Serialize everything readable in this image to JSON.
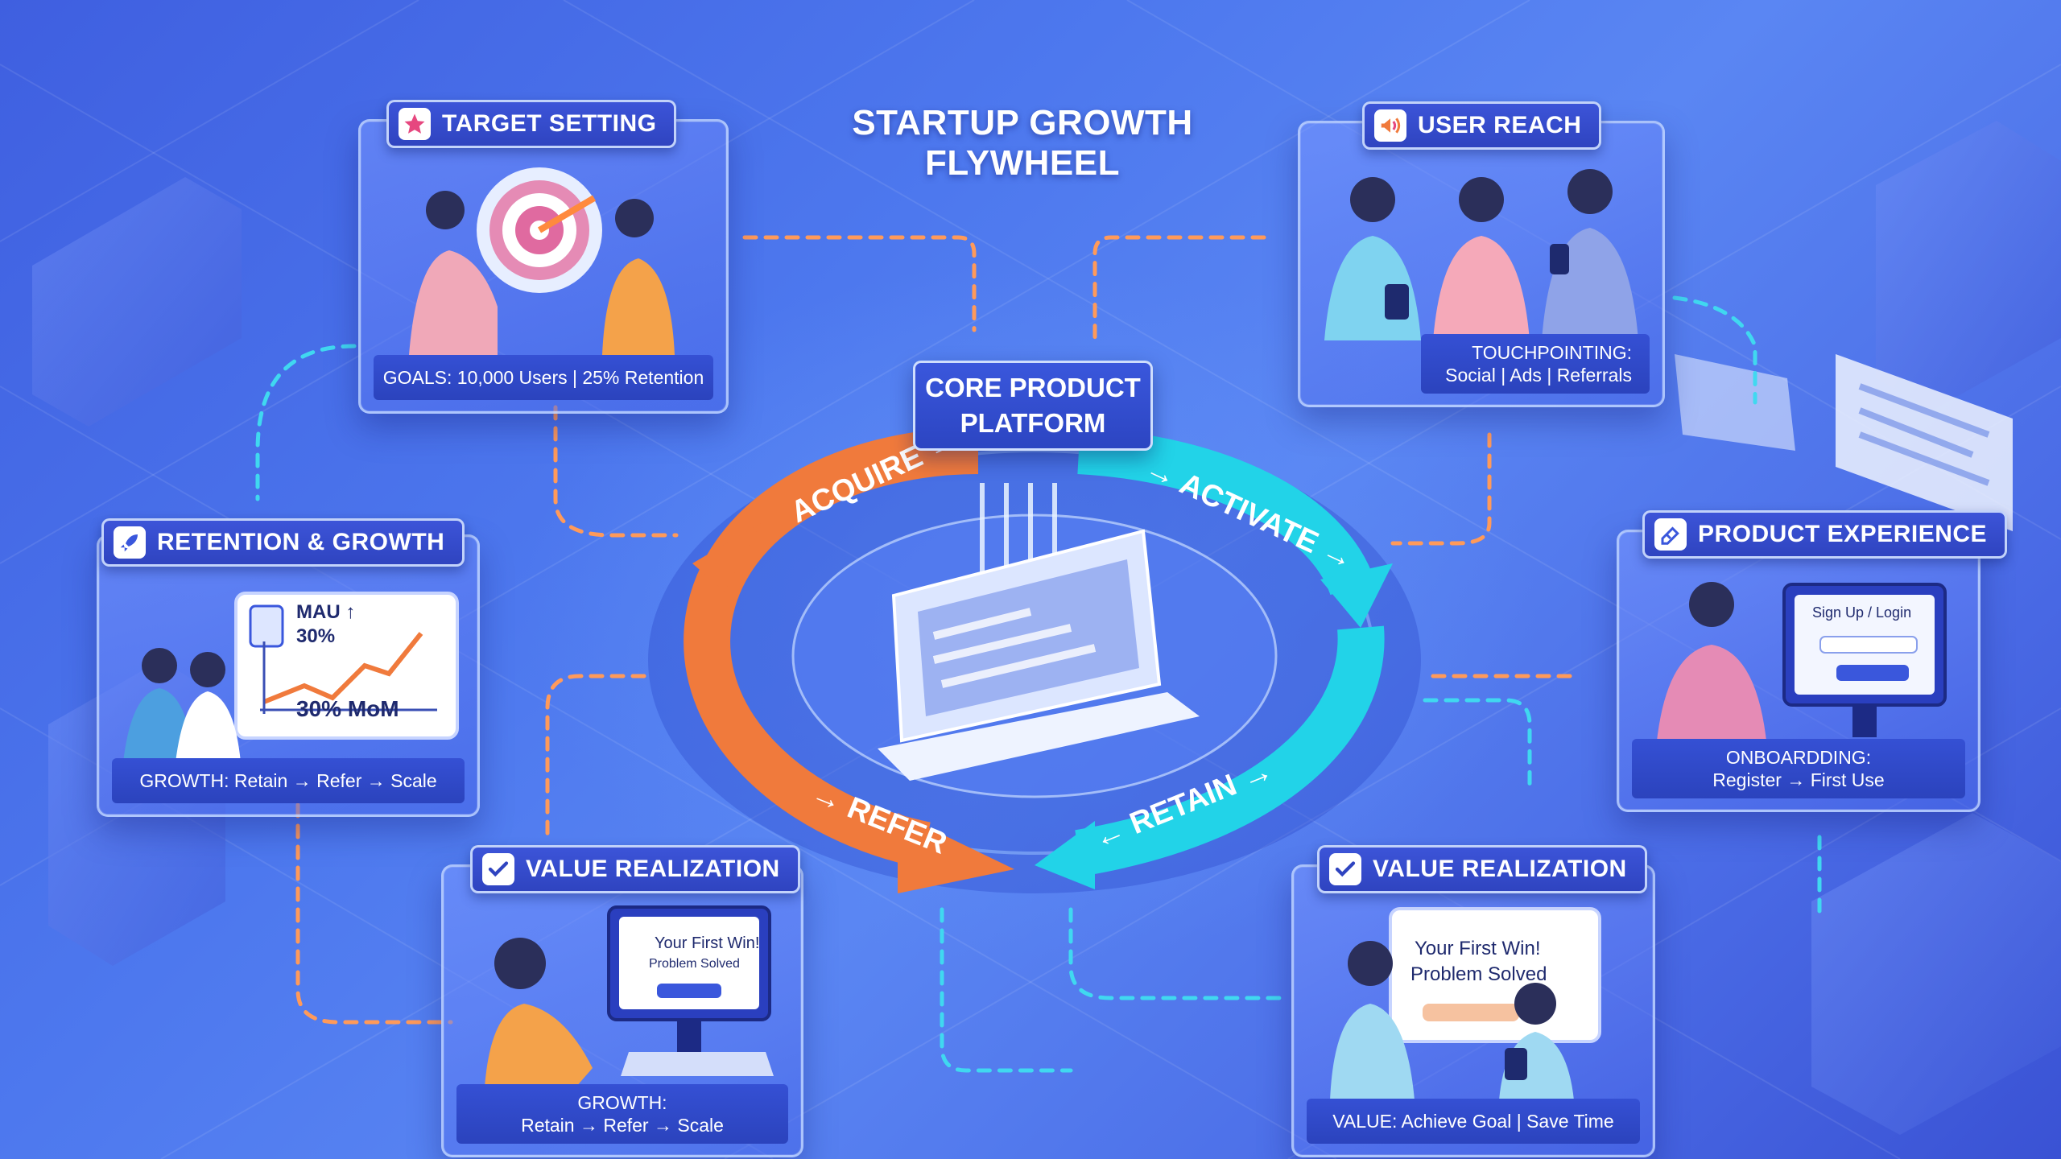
{
  "title": "STARTUP GROWTH FLYWHEEL",
  "core": {
    "line1": "CORE PRODUCT",
    "line2": "PLATFORM"
  },
  "cycle": {
    "acquire": "ACQUIRE →",
    "activate": "→ ACTIVATE →",
    "retain": "← RETAIN →",
    "refer": "→ REFER",
    "colors": {
      "orange": "#f07a3c",
      "cyan": "#22d3e8"
    }
  },
  "panels": {
    "target_setting": {
      "label": "TARGET SETTING",
      "icon": "star-icon",
      "caption": "GOALS: 10,000 Users | 25% Retention"
    },
    "user_reach": {
      "label": "USER REACH",
      "icon": "megaphone-icon",
      "caption_line1": "TOUCHPOINTING:",
      "caption_line2": "Social | Ads | Referrals"
    },
    "retention_growth": {
      "label": "RETENTION & GROWTH",
      "icon": "rocket-icon",
      "chart_mau": "MAU ↑",
      "chart_pct": "30%",
      "chart_mom": "30% MoM",
      "caption": "GROWTH: Retain → Refer → Scale"
    },
    "product_experience": {
      "label": "PRODUCT EXPERIENCE",
      "icon": "hand-pointer-icon",
      "screen_text": "Sign Up / Login",
      "caption_line1": "ONBOARDDING:",
      "caption_line2": "Register → First Use"
    },
    "value_left": {
      "label": "VALUE REALIZATION",
      "icon": "checkmark-icon",
      "screen_line1": "Your First Win!",
      "screen_line2": "Problem Solved",
      "caption_line1": "GROWTH:",
      "caption_line2": "Retain → Refer → Scale"
    },
    "value_right": {
      "label": "VALUE REALIZATION",
      "icon": "checkmark-icon",
      "screen_line1": "Your First Win!",
      "screen_line2": "Problem Solved",
      "caption": "VALUE: Achieve Goal | Save Time"
    }
  }
}
